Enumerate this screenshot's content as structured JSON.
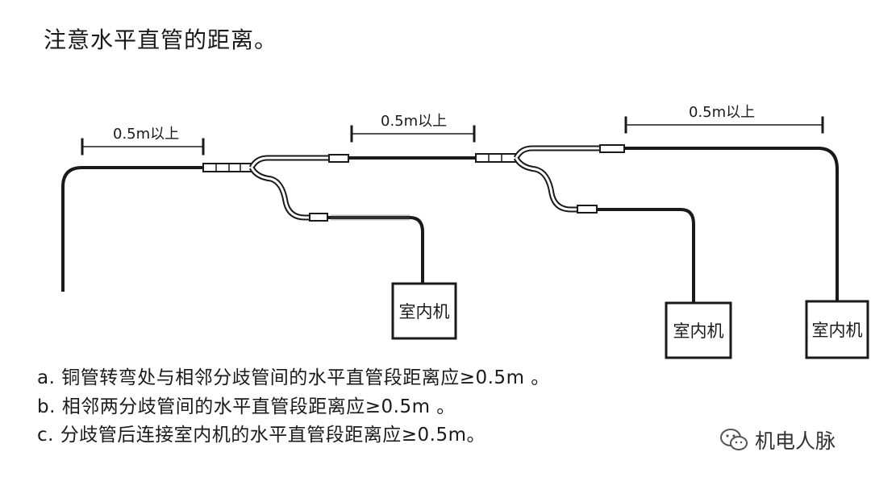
{
  "title": "注意水平直管的距离。",
  "diagram": {
    "dimension_labels": [
      "0.5m以上",
      "0.5m以上",
      "0.5m以上"
    ],
    "indoor_units": [
      "室内机",
      "室内机",
      "室内机"
    ]
  },
  "notes": [
    "a. 铜管转弯处与相邻分歧管间的水平直管段距离应≥0.5m 。",
    "b. 相邻两分歧管间的水平直管段距离应≥0.5m 。",
    "c. 分歧管后连接室内机的水平直管段距离应≥0.5m。"
  ],
  "watermark": {
    "icon": "wechat-icon",
    "text": "机电人脉"
  }
}
